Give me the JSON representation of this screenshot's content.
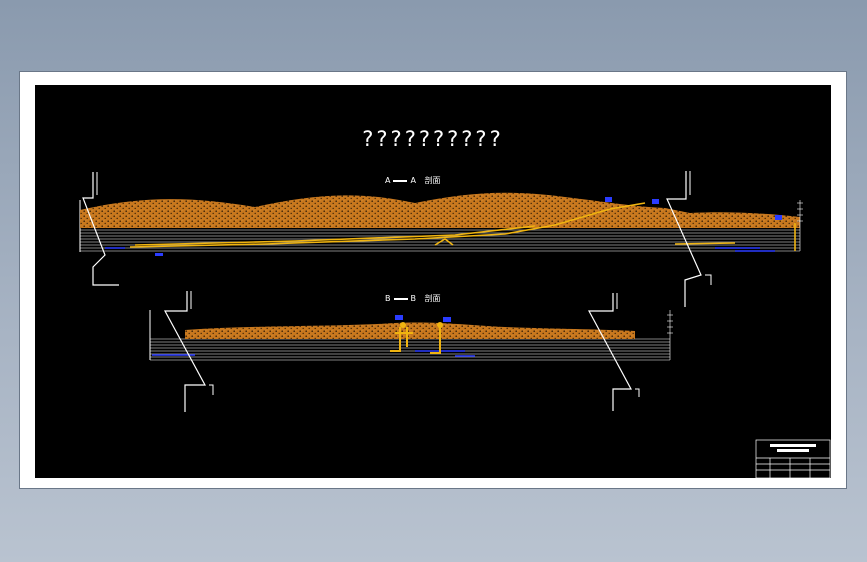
{
  "drawing": {
    "title": "??????????",
    "section_a": {
      "left": "A",
      "right": "A",
      "suffix": "剖面"
    },
    "section_b": {
      "left": "B",
      "right": "B",
      "suffix": "剖面"
    }
  },
  "colors": {
    "background": "#8a9aae",
    "sheet": "#ffffff",
    "drawing_bg": "#000000",
    "strata_fill": "#c8781e",
    "strata_speckle": "#3a2208",
    "ore_yellow": "#f0b410",
    "water_blue": "#2a3cff",
    "lines": "#ffffff"
  }
}
